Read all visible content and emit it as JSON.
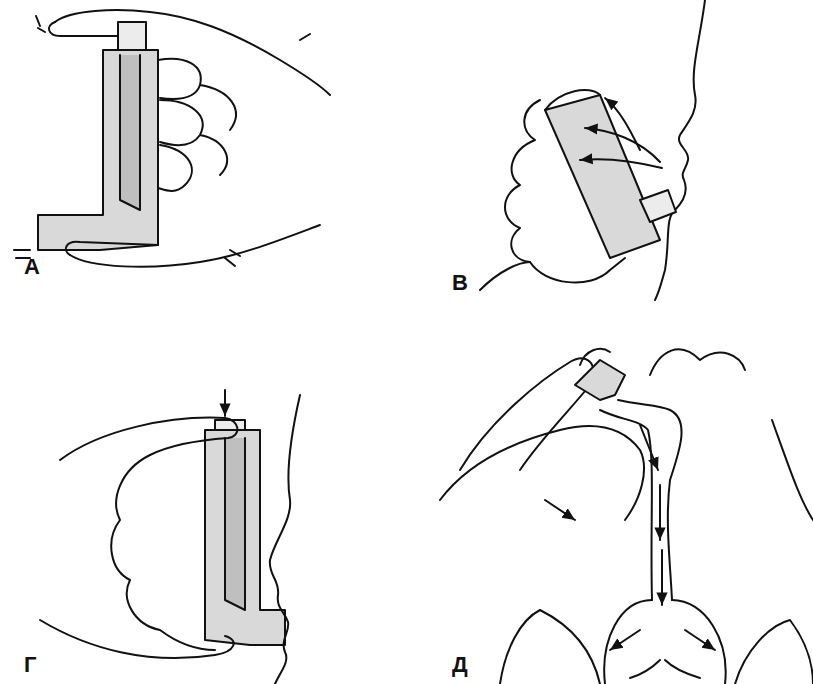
{
  "diagram": {
    "labels": [
      "А",
      "В",
      "Г",
      "Д"
    ]
  }
}
